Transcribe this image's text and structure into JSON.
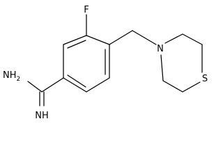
{
  "molecule": {
    "atom_labels": {
      "fluorine": "F",
      "ring_nitrogen": "N",
      "sulfur": "S",
      "amino": "NH",
      "amino_subscript": "2",
      "imino": "NH"
    }
  },
  "colors": {
    "bond": "#000000",
    "label": "#000000",
    "background": "#ffffff"
  }
}
